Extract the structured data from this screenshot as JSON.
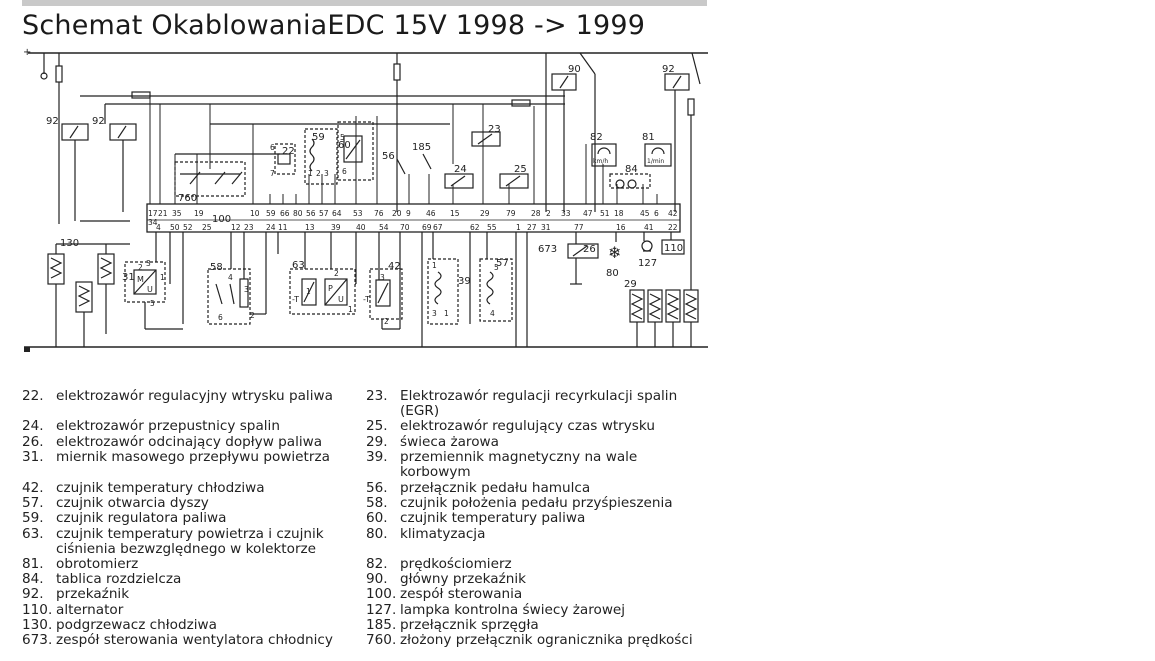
{
  "title": "Schemat OkablowaniaEDC 15V 1998 -> 1999",
  "diagram_labels": {
    "plus": "+",
    "c92a": "92",
    "c92b": "92",
    "c90": "90",
    "c92c": "92",
    "c22": "22",
    "c59": "59",
    "c60": "60",
    "c56": "56",
    "c185": "185",
    "c23": "23",
    "c24": "24",
    "c25": "25",
    "c82": "82",
    "c81": "81",
    "c84": "84",
    "c760": "760",
    "c100": "100",
    "c130": "130",
    "c31": "31",
    "c58": "58",
    "c63": "63",
    "c42": "42",
    "c39": "39",
    "c57": "57",
    "c673": "673",
    "c26": "26",
    "c80": "80",
    "c127": "127",
    "c110": "110",
    "c29": "29",
    "kmh": "km/h",
    "rpm": "1/min",
    "pins_top": [
      "17",
      "21",
      "35",
      "19",
      "10",
      "59",
      "66",
      "80",
      "56",
      "57",
      "64",
      "53",
      "76",
      "20",
      "9",
      "46",
      "15",
      "29",
      "79",
      "28",
      "2",
      "33",
      "47",
      "51",
      "18",
      "45",
      "6",
      "42"
    ],
    "pin34": "34",
    "pins_bottom": [
      "4",
      "50",
      "52",
      "25",
      "12",
      "23",
      "24",
      "11",
      "13",
      "39",
      "40",
      "54",
      "70",
      "69",
      "67",
      "62",
      "55",
      "1",
      "27",
      "31",
      "77",
      "16",
      "41",
      "22"
    ],
    "misc_pins": [
      "2",
      "3",
      "1",
      "5",
      "4",
      "6",
      "2",
      "3",
      "1",
      "2",
      "1",
      "3",
      "2",
      "1",
      "3",
      "1",
      "5",
      "4",
      "6",
      "7",
      "5",
      "6",
      "1",
      "2",
      "3"
    ],
    "t_minus": "-T",
    "m_letter": "M",
    "u_letter": "U",
    "p_letter": "P"
  },
  "legend": {
    "left": [
      {
        "num": "22.",
        "text": "elektrozawór regulacyjny wtrysku paliwa"
      },
      {
        "num": "24.",
        "text": "elektrozawór przepustnicy spalin"
      },
      {
        "num": "26.",
        "text": "elektrozawór odcinający dopływ paliwa"
      },
      {
        "num": "31.",
        "text": "miernik masowego przepływu powietrza"
      },
      {
        "num": "42.",
        "text": "czujnik temperatury chłodziwa"
      },
      {
        "num": "57.",
        "text": "czujnik otwarcia dyszy"
      },
      {
        "num": "59.",
        "text": "czujnik regulatora paliwa"
      },
      {
        "num": "63.",
        "text": "czujnik temperatury powietrza i czujnik ciśnienia bezwzględnego w kolektorze"
      },
      {
        "num": "81.",
        "text": "obrotomierz"
      },
      {
        "num": "84.",
        "text": "tablica rozdzielcza"
      },
      {
        "num": "92.",
        "text": "przekaźnik"
      },
      {
        "num": "110.",
        "text": "alternator"
      },
      {
        "num": "130.",
        "text": "podgrzewacz chłodziwa"
      },
      {
        "num": "673.",
        "text": "zespół sterowania wentylatora chłodnicy"
      }
    ],
    "right": [
      {
        "num": "23.",
        "text": "Elektrozawór regulacji recyrkulacji spalin (EGR)"
      },
      {
        "num": "25.",
        "text": "elektrozawór regulujący czas wtrysku"
      },
      {
        "num": "29.",
        "text": "świeca żarowa"
      },
      {
        "num": "39.",
        "text": "przemiennik magnetyczny na wale korbowym"
      },
      {
        "num": "56.",
        "text": "przełącznik pedału hamulca"
      },
      {
        "num": "58.",
        "text": "czujnik położenia pedału przyśpieszenia"
      },
      {
        "num": "60.",
        "text": "czujnik temperatury paliwa"
      },
      {
        "num": "80.",
        "text": "klimatyzacja"
      },
      {
        "num": "82.",
        "text": "prędkościomierz"
      },
      {
        "num": "90.",
        "text": "główny przekaźnik"
      },
      {
        "num": "100.",
        "text": "zespół sterowania"
      },
      {
        "num": "127.",
        "text": "lampka kontrolna świecy żarowej"
      },
      {
        "num": "185.",
        "text": "przełącznik sprzęgła"
      },
      {
        "num": "760.",
        "text": "złożony przełącznik ogranicznika prędkości"
      }
    ]
  }
}
